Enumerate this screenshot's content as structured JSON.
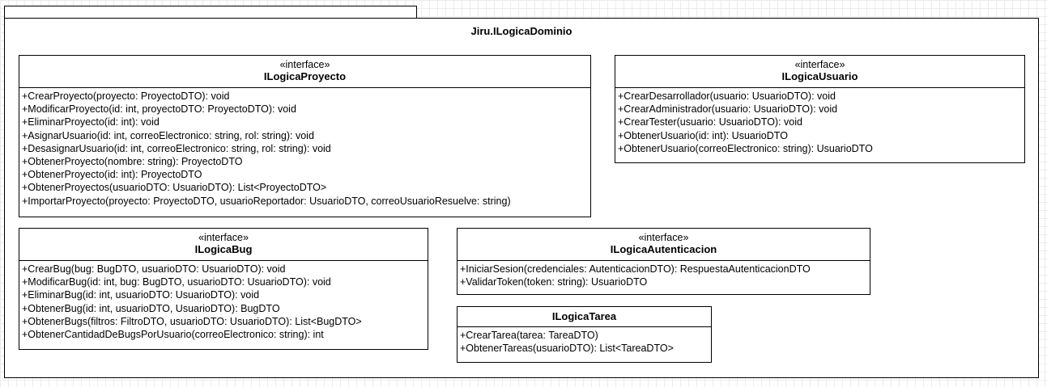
{
  "package": {
    "name": "Jiru.ILogicaDominio"
  },
  "classes": {
    "proyecto": {
      "stereotype": "«interface»",
      "name": "ILogicaProyecto",
      "operations": [
        "+CrearProyecto(proyecto: ProyectoDTO): void",
        "+ModificarProyecto(id: int, proyectoDTO: ProyectoDTO): void",
        "+EliminarProyecto(id: int): void",
        "+AsignarUsuario(id: int, correoElectronico: string, rol: string): void",
        "+DesasignarUsuario(id: int, correoElectronico: string, rol: string): void",
        "+ObtenerProyecto(nombre: string): ProyectoDTO",
        "+ObtenerProyecto(id: int): ProyectoDTO",
        "+ObtenerProyectos(usuarioDTO: UsuarioDTO): List<ProyectoDTO>",
        "+ImportarProyecto(proyecto: ProyectoDTO, usuarioReportador: UsuarioDTO, correoUsuarioResuelve: string)"
      ]
    },
    "usuario": {
      "stereotype": "«interface»",
      "name": "ILogicaUsuario",
      "operations": [
        "+CrearDesarrollador(usuario: UsuarioDTO): void",
        "+CrearAdministrador(usuario: UsuarioDTO): void",
        "+CrearTester(usuario: UsuarioDTO): void",
        "+ObtenerUsuario(id: int): UsuarioDTO",
        "+ObtenerUsuario(correoElectronico: string): UsuarioDTO"
      ]
    },
    "bug": {
      "stereotype": "«interface»",
      "name": "ILogicaBug",
      "operations": [
        "+CrearBug(bug: BugDTO, usuarioDTO: UsuarioDTO): void",
        "+ModificarBug(id: int, bug: BugDTO, usuarioDTO: UsuarioDTO): void",
        "+EliminarBug(id: int, usuarioDTO: UsuarioDTO): void",
        "+ObtenerBug(id: int, usuarioDTO, UsuarioDTO): BugDTO",
        "+ObtenerBugs(filtros: FiltroDTO, usuarioDTO: UsuarioDTO): List<BugDTO>",
        "+ObtenerCantidadDeBugsPorUsuario(correoElectronico: string): int"
      ]
    },
    "autenticacion": {
      "stereotype": "«interface»",
      "name": "ILogicaAutenticacion",
      "operations": [
        "+IniciarSesion(credenciales: AutenticacionDTO): RespuestaAutenticacionDTO",
        "+ValidarToken(token: string): UsuarioDTO"
      ]
    },
    "tarea": {
      "name": "ILogicaTarea",
      "operations": [
        "+CrearTarea(tarea: TareaDTO)",
        "+ObtenerTareas(usuarioDTO): List<TareaDTO>"
      ]
    }
  }
}
